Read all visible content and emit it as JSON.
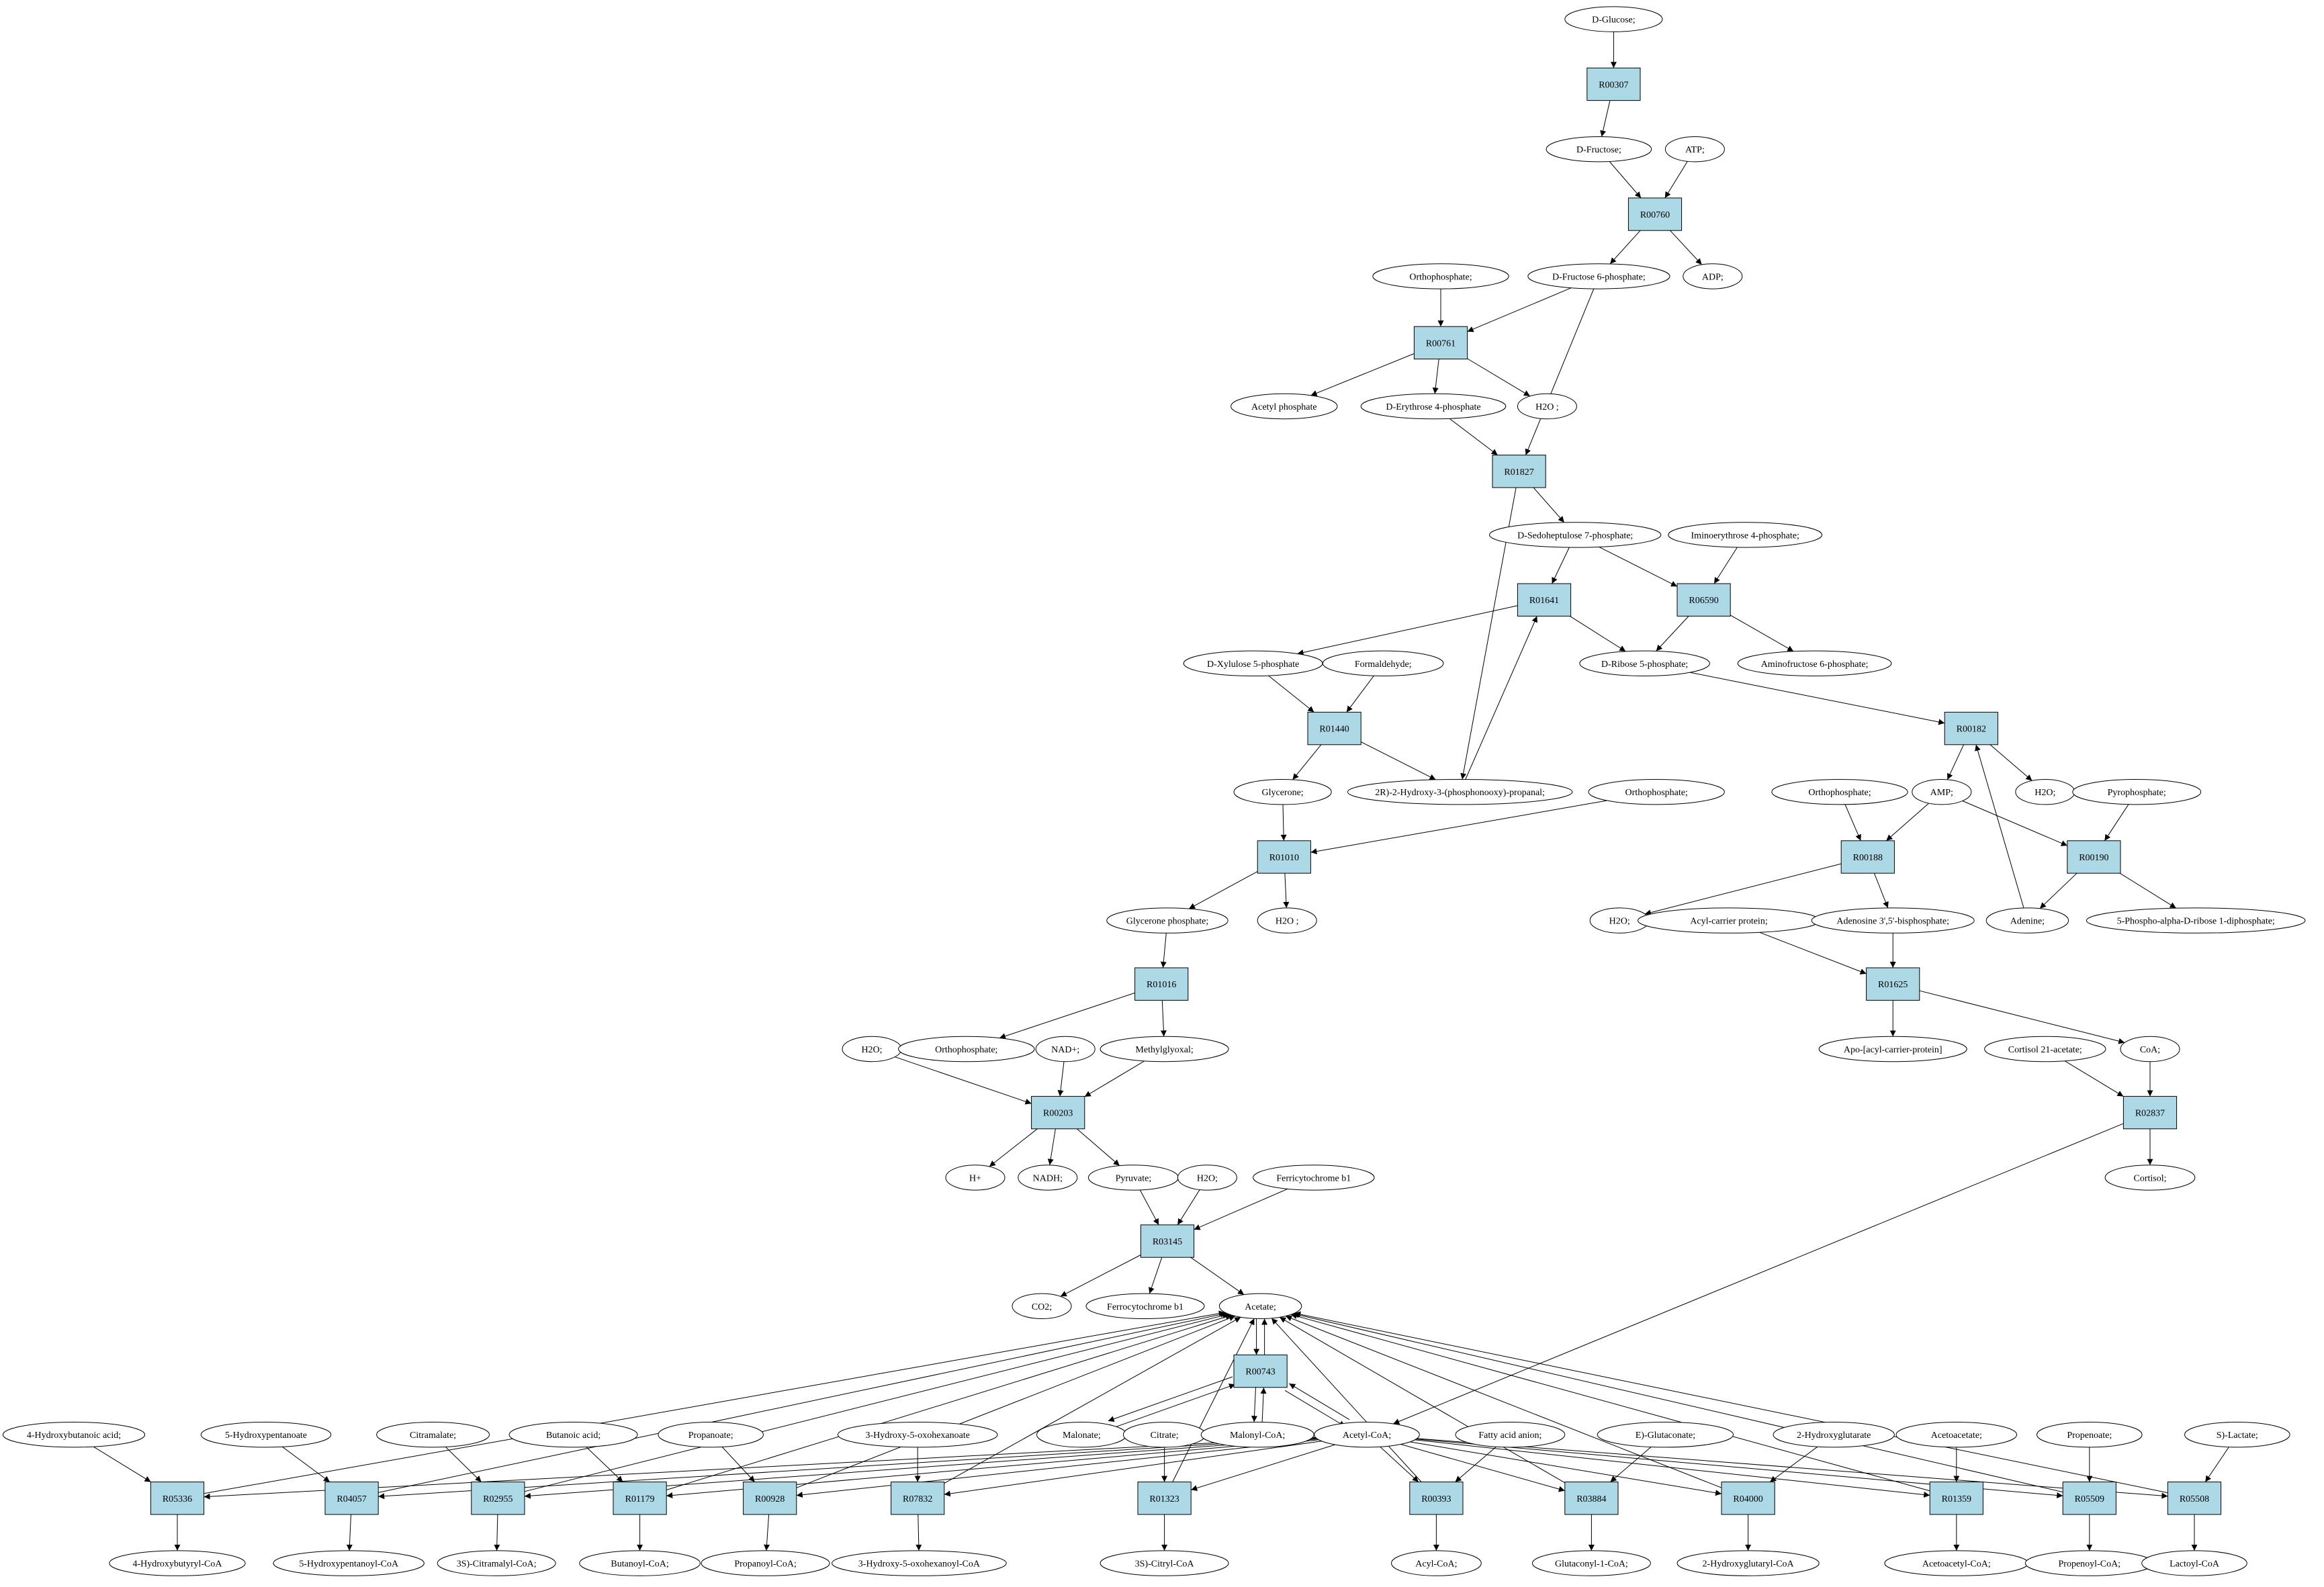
{
  "colors": {
    "start": "#00ff00",
    "target": "#ffff00",
    "reaction": "#add8e6",
    "compound": "#ffffff",
    "line": "#000000"
  },
  "compounds": {
    "glucose": "D-Glucose;",
    "fructose": "D-Fructose;",
    "atp": "ATP;",
    "f6p": "D-Fructose 6-phosphate;",
    "adp": "ADP;",
    "orthophosphate1": "Orthophosphate;",
    "acetylphosphate": "Acetyl phosphate",
    "e4p": "D-Erythrose 4-phosphate",
    "h2o_1": "H2O ;",
    "s7p": "D-Sedoheptulose 7-phosphate;",
    "iminoe4p": "Iminoerythrose 4-phosphate;",
    "x5p": "D-Xylulose 5-phosphate",
    "formaldehyde": "Formaldehyde;",
    "r5p": "D-Ribose 5-phosphate;",
    "aminof6p": "Aminofructose 6-phosphate;",
    "glycerone": "Glycerone;",
    "hpp": "2R)-2-Hydroxy-3-(phosphonooxy)-propanal;",
    "orthophosphate2": "Orthophosphate;",
    "orthophosphate3": "Orthophosphate;",
    "amp": "AMP;",
    "h2o_2": "H2O;",
    "pyrophosphate": "Pyrophosphate;",
    "dhap": "Glycerone phosphate;",
    "h2o_3": "H2O ;",
    "h2o_4": "H2O;",
    "acp": "Acyl-carrier protein;",
    "pap": "Adenosine 3',5'-bisphosphate;",
    "adenine": "Adenine;",
    "prpp": "5-Phospho-alpha-D-ribose 1-diphosphate;",
    "h2o_5": "H2O;",
    "orthophosphate4": "Orthophosphate;",
    "nad": "NAD+;",
    "methylglyoxal": "Methylglyoxal;",
    "apoacp": "Apo-[acyl-carrier-protein]",
    "cortisolacetate": "Cortisol 21-acetate;",
    "coa": "CoA;",
    "hplus": "H+",
    "nadh": "NADH;",
    "pyruvate": "Pyruvate;",
    "h2o_6": "H2O;",
    "ferricytochrome": "Ferricytochrome b1",
    "cortisol": "Cortisol;",
    "co2": "CO2;",
    "ferrocytochrome": "Ferrocytochrome b1",
    "acetate": "Acetate;",
    "hydroxybutanoic": "4-Hydroxybutanoic acid;",
    "hydroxypentanoate": "5-Hydroxypentanoate",
    "citramalate": "Citramalate;",
    "butanoic": "Butanoic acid;",
    "propanoate": "Propanoate;",
    "hydroxyoxohexanoate": "3-Hydroxy-5-oxohexanoate",
    "malonate": "Malonate;",
    "citrate": "Citrate;",
    "malonylcoa": "Malonyl-CoA;",
    "acetylcoa": "Acetyl-CoA;",
    "fattyacid": "Fatty acid anion;",
    "glutaconate": "E)-Glutaconate;",
    "hydroxyglutarate": "2-Hydroxyglutarate",
    "acetoacetate": "Acetoacetate;",
    "propenoate": "Propenoate;",
    "slactate": "S)-Lactate;",
    "hydroxybutyrylcoa": "4-Hydroxybutyryl-CoA",
    "hydroxypentanoylcoa": "5-Hydroxypentanoyl-CoA",
    "citramalylcoa": "3S)-Citramalyl-CoA;",
    "butanoylcoa": "Butanoyl-CoA;",
    "propanoylcoa": "Propanoyl-CoA;",
    "hydroxyoxohexanoylcoa": "3-Hydroxy-5-oxohexanoyl-CoA",
    "citrylcoa": "3S)-Citryl-CoA",
    "acylcoa": "Acyl-CoA;",
    "glutaconylcoa": "Glutaconyl-1-CoA;",
    "hydroxyglutarylcoa": "2-Hydroxyglutaryl-CoA",
    "acetoacetylcoa": "Acetoacetyl-CoA;",
    "propenoylcoa": "Propenoyl-CoA;",
    "lactoylcoa": "Lactoyl-CoA"
  },
  "reactions": {
    "R00307": "R00307",
    "R00760": "R00760",
    "R00761": "R00761",
    "R01827": "R01827",
    "R01641": "R01641",
    "R06590": "R06590",
    "R01440": "R01440",
    "R00182": "R00182",
    "R01010": "R01010",
    "R00188": "R00188",
    "R00190": "R00190",
    "R01016": "R01016",
    "R01625": "R01625",
    "R00203": "R00203",
    "R02837": "R02837",
    "R03145": "R03145",
    "R00743": "R00743",
    "R05336": "R05336",
    "R04057": "R04057",
    "R02955": "R02955",
    "R01179": "R01179",
    "R00928": "R00928",
    "R07832": "R07832",
    "R01323": "R01323",
    "R00393": "R00393",
    "R03884": "R03884",
    "R04000": "R04000",
    "R01359": "R01359",
    "R05509": "R05509",
    "R05508": "R05508"
  },
  "edges": [
    [
      "glucose",
      "R00307"
    ],
    [
      "R00307",
      "fructose"
    ],
    [
      "fructose",
      "R00760"
    ],
    [
      "atp",
      "R00760"
    ],
    [
      "R00760",
      "f6p"
    ],
    [
      "R00760",
      "adp"
    ],
    [
      "orthophosphate1",
      "R00761"
    ],
    [
      "f6p",
      "R00761"
    ],
    [
      "R00761",
      "acetylphosphate"
    ],
    [
      "R00761",
      "e4p"
    ],
    [
      "R00761",
      "h2o_1"
    ],
    [
      "f6p",
      "R01827"
    ],
    [
      "e4p",
      "R01827"
    ],
    [
      "R01827",
      "s7p"
    ],
    [
      "R01827",
      "hpp"
    ],
    [
      "s7p",
      "R01641"
    ],
    [
      "s7p",
      "R06590"
    ],
    [
      "iminoe4p",
      "R06590"
    ],
    [
      "R01641",
      "x5p"
    ],
    [
      "R01641",
      "r5p"
    ],
    [
      "R06590",
      "r5p"
    ],
    [
      "R06590",
      "aminof6p"
    ],
    [
      "x5p",
      "R01440"
    ],
    [
      "formaldehyde",
      "R01440"
    ],
    [
      "R01440",
      "glycerone"
    ],
    [
      "R01440",
      "hpp"
    ],
    [
      "hpp",
      "R01641"
    ],
    [
      "r5p",
      "R00182"
    ],
    [
      "R00182",
      "amp"
    ],
    [
      "R00182",
      "h2o_2"
    ],
    [
      "glycerone",
      "R01010"
    ],
    [
      "orthophosphate2",
      "R01010"
    ],
    [
      "R01010",
      "dhap"
    ],
    [
      "R01010",
      "h2o_3"
    ],
    [
      "orthophosphate3",
      "R00188"
    ],
    [
      "amp",
      "R00188"
    ],
    [
      "amp",
      "R00190"
    ],
    [
      "pyrophosphate",
      "R00190"
    ],
    [
      "R00188",
      "h2o_4"
    ],
    [
      "R00188",
      "pap"
    ],
    [
      "R00190",
      "adenine"
    ],
    [
      "R00190",
      "prpp"
    ],
    [
      "adenine",
      "R00182"
    ],
    [
      "dhap",
      "R01016"
    ],
    [
      "R01016",
      "orthophosphate4"
    ],
    [
      "R01016",
      "methylglyoxal"
    ],
    [
      "acp",
      "R01625"
    ],
    [
      "pap",
      "R01625"
    ],
    [
      "R01625",
      "apoacp"
    ],
    [
      "R01625",
      "coa"
    ],
    [
      "h2o_5",
      "R00203"
    ],
    [
      "nad",
      "R00203"
    ],
    [
      "methylglyoxal",
      "R00203"
    ],
    [
      "R00203",
      "hplus"
    ],
    [
      "R00203",
      "nadh"
    ],
    [
      "R00203",
      "pyruvate"
    ],
    [
      "cortisolacetate",
      "R02837"
    ],
    [
      "coa",
      "R02837"
    ],
    [
      "R02837",
      "cortisol"
    ],
    [
      "R02837",
      "acetylcoa"
    ],
    [
      "pyruvate",
      "R03145"
    ],
    [
      "h2o_6",
      "R03145"
    ],
    [
      "ferricytochrome",
      "R03145"
    ],
    [
      "R03145",
      "co2"
    ],
    [
      "R03145",
      "ferrocytochrome"
    ],
    [
      "R03145",
      "acetate"
    ],
    [
      "acetate",
      "R00743"
    ],
    [
      "R00743",
      "acetate"
    ],
    [
      "malonate",
      "R00743"
    ],
    [
      "R00743",
      "malonate"
    ],
    [
      "malonylcoa",
      "R00743"
    ],
    [
      "R00743",
      "malonylcoa"
    ],
    [
      "acetylcoa",
      "R00743"
    ],
    [
      "R00743",
      "acetylcoa"
    ],
    [
      "hydroxybutanoic",
      "R05336"
    ],
    [
      "acetylcoa",
      "R05336"
    ],
    [
      "R05336",
      "hydroxybutyrylcoa"
    ],
    [
      "R05336",
      "acetate"
    ],
    [
      "hydroxypentanoate",
      "R04057"
    ],
    [
      "acetylcoa",
      "R04057"
    ],
    [
      "R04057",
      "hydroxypentanoylcoa"
    ],
    [
      "R04057",
      "acetate"
    ],
    [
      "citramalate",
      "R02955"
    ],
    [
      "acetylcoa",
      "R02955"
    ],
    [
      "R02955",
      "citramalylcoa"
    ],
    [
      "R02955",
      "acetate"
    ],
    [
      "butanoic",
      "R01179"
    ],
    [
      "acetylcoa",
      "R01179"
    ],
    [
      "R01179",
      "butanoylcoa"
    ],
    [
      "R01179",
      "acetate"
    ],
    [
      "propanoate",
      "R00928"
    ],
    [
      "acetylcoa",
      "R00928"
    ],
    [
      "R00928",
      "propanoylcoa"
    ],
    [
      "R00928",
      "acetate"
    ],
    [
      "hydroxyoxohexanoate",
      "R07832"
    ],
    [
      "acetylcoa",
      "R07832"
    ],
    [
      "R07832",
      "hydroxyoxohexanoylcoa"
    ],
    [
      "R07832",
      "acetate"
    ],
    [
      "citrate",
      "R01323"
    ],
    [
      "acetylcoa",
      "R01323"
    ],
    [
      "R01323",
      "citrylcoa"
    ],
    [
      "R01323",
      "acetate"
    ],
    [
      "fattyacid",
      "R00393"
    ],
    [
      "acetylcoa",
      "R00393"
    ],
    [
      "R00393",
      "acylcoa"
    ],
    [
      "R00393",
      "acetate"
    ],
    [
      "glutaconate",
      "R03884"
    ],
    [
      "acetylcoa",
      "R03884"
    ],
    [
      "R03884",
      "glutaconylcoa"
    ],
    [
      "R03884",
      "acetate"
    ],
    [
      "hydroxyglutarate",
      "R04000"
    ],
    [
      "acetylcoa",
      "R04000"
    ],
    [
      "R04000",
      "hydroxyglutarylcoa"
    ],
    [
      "R04000",
      "acetate"
    ],
    [
      "acetoacetate",
      "R01359"
    ],
    [
      "acetylcoa",
      "R01359"
    ],
    [
      "R01359",
      "acetoacetylcoa"
    ],
    [
      "R01359",
      "acetate"
    ],
    [
      "propenoate",
      "R05509"
    ],
    [
      "acetylcoa",
      "R05509"
    ],
    [
      "R05509",
      "propenoylcoa"
    ],
    [
      "R05509",
      "acetate"
    ],
    [
      "slactate",
      "R05508"
    ],
    [
      "acetylcoa",
      "R05508"
    ],
    [
      "R05508",
      "lactoylcoa"
    ],
    [
      "R05508",
      "acetate"
    ]
  ]
}
